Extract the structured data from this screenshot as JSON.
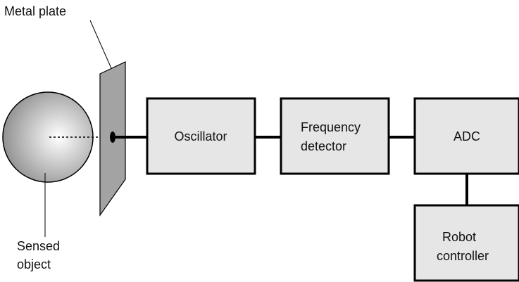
{
  "labels": {
    "metal_plate": "Metal plate",
    "sensed_object_line1": "Sensed",
    "sensed_object_line2": "object",
    "oscillator": "Oscillator",
    "frequency_detector_line1": "Frequency",
    "frequency_detector_line2": "detector",
    "adc": "ADC",
    "robot_controller_line1": "Robot",
    "robot_controller_line2": "controller"
  },
  "colors": {
    "box_fill": "#e6e6e6",
    "plate_fill": "#a3a3a3",
    "sphere_light": "#ffffff",
    "sphere_dark": "#8c8c8c"
  }
}
